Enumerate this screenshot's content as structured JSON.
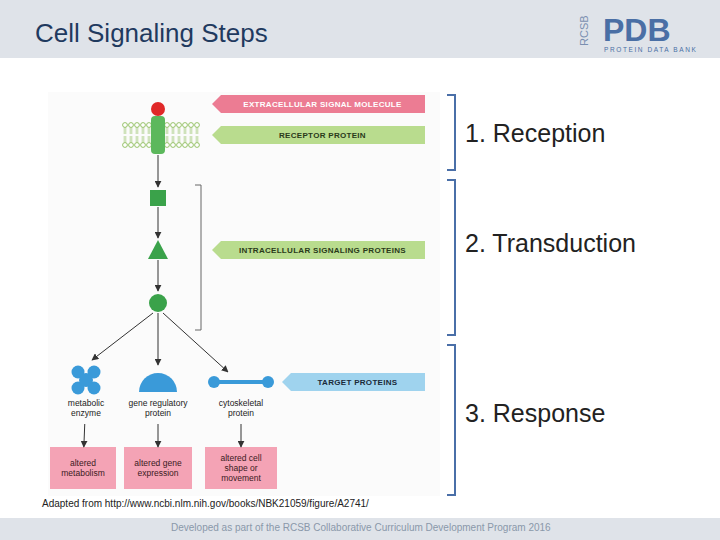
{
  "diagram": {
    "title": "Cell Signaling Steps",
    "nodes": [
      {
        "text": [
          "EXTRACELLULAR SIGNAL MOLECULE"
        ]
      },
      {
        "text": [
          "RECEPTOR PROTEIN"
        ]
      },
      {
        "text": [
          "INTRACELLULAR SIGNALING PROTEINS"
        ]
      },
      {
        "text": [
          "metabolic enzyme"
        ]
      },
      {
        "text": [
          "gene regulatory protein"
        ]
      },
      {
        "text": [
          "cytoskeletal protein"
        ]
      },
      {
        "text": [
          "TARGET PROTEINS"
        ]
      },
      {
        "text": [
          "altered metabolism"
        ]
      },
      {
        "text": [
          "altered gene expression"
        ]
      },
      {
        "text": [
          "altered cell shape or movement"
        ]
      }
    ],
    "edges": [
      {
        "from": 3,
        "to": 7,
        "arrow": "to"
      },
      {
        "from": 4,
        "to": 8,
        "arrow": "to"
      },
      {
        "from": 5,
        "to": 9,
        "arrow": "to"
      }
    ],
    "labels": [
      "1. Reception",
      "2. Transduction",
      "3. Response",
      "Adapted from http://www.ncbi.nlm.nih.gov/books/NBK21059/figure/A2741/",
      "Developed as part of the RCSB Collaborative Curriculum Development Program 2016",
      "RCSB",
      "PDB",
      "PROTEIN DATA BANK"
    ]
  }
}
